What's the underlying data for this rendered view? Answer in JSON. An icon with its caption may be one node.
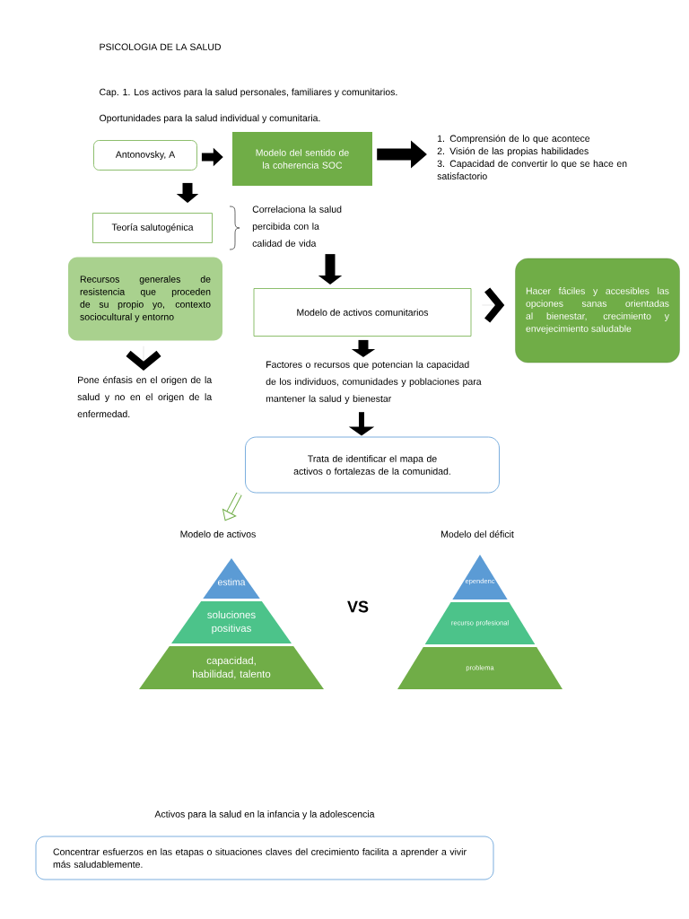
{
  "diagram": {
    "title": "PSICOLOGIA DE LA SALUD",
    "nodes": [
      {
        "text": [
          "Antonovsky, A"
        ]
      },
      {
        "text": [
          "Modelo del sentido de la coherencia SOC"
        ]
      },
      {
        "text": [
          "1. Comprensión de lo que acontece",
          "2. Visión de las propias habilidades",
          "3. Capacidad de convertir lo que se hace en satisfactorio"
        ]
      },
      {
        "text": [
          "Teoría salutogénica"
        ]
      },
      {
        "text": [
          "Correlaciona la salud percibida con la calidad de vida"
        ]
      },
      {
        "text": [
          "Recursos generales de resistencia que proceden de su propio yo, contexto sociocultural y entorno"
        ]
      },
      {
        "text": [
          "Modelo de activos comunitarios"
        ]
      },
      {
        "text": [
          "Hacer fáciles y accesibles las opciones sanas orientadas al bienestar, crecimiento y envejecimiento saludable"
        ]
      },
      {
        "text": [
          "Pone énfasis en el origen de la salud y no en el origen de la enfermedad."
        ]
      },
      {
        "text": [
          "Factores o recursos que potencian la capacidad de los individuos, comunidades y poblaciones para mantener la salud y bienestar"
        ]
      },
      {
        "text": [
          "Trata de identificar el mapa de activos o fortalezas de la comunidad."
        ]
      },
      {
        "text": [
          "Modelo de activos"
        ]
      },
      {
        "text": [
          "Modelo del déficit"
        ]
      },
      {
        "text": [
          "estima"
        ]
      },
      {
        "text": [
          "soluciones positivas"
        ]
      },
      {
        "text": [
          "capacidad, habilidad, talento"
        ]
      },
      {
        "text": [
          "ependenc"
        ]
      },
      {
        "text": [
          "recurso profesional"
        ]
      },
      {
        "text": [
          "problema"
        ]
      },
      {
        "text": [
          "Concentrar esfuerzos en las etapas o situaciones claves del crecimiento facilita a aprender a vivir más saludablemente."
        ]
      }
    ],
    "edges": [
      {
        "from": 0,
        "to": 1,
        "arrow": "to"
      },
      {
        "from": 1,
        "to": 2,
        "arrow": "to"
      },
      {
        "from": 0,
        "to": 3,
        "arrow": "to"
      },
      {
        "from": 4,
        "to": 6,
        "arrow": "to"
      },
      {
        "from": 6,
        "to": 7,
        "arrow": "to"
      },
      {
        "from": 5,
        "to": 8,
        "arrow": "to"
      },
      {
        "from": 6,
        "to": 9,
        "arrow": "to"
      },
      {
        "from": 9,
        "to": 10,
        "arrow": "to"
      },
      {
        "from": 10,
        "to": 11,
        "arrow": "to",
        "color": "#70ad47"
      }
    ],
    "labels": [
      "Cap. 1. Los activos para la salud personales, familiares y comunitarios.",
      "Oportunidades para la salud individual y comunitaria.",
      "VS",
      "Activos para la salud en la infancia y la adolescencia"
    ]
  }
}
